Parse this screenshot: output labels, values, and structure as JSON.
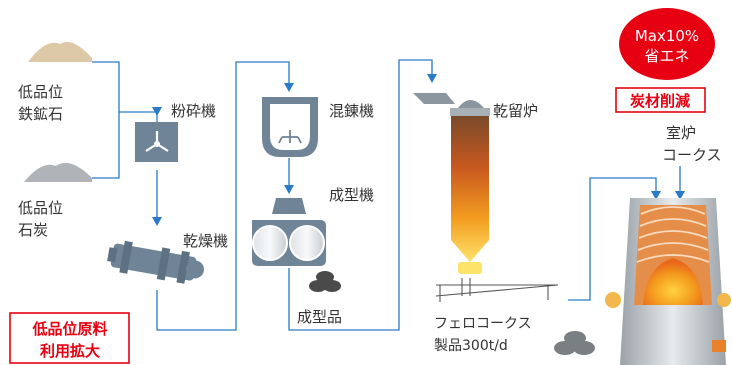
{
  "colors": {
    "flow_line": "#2a7ac6",
    "equipment": "#6f8597",
    "accent_red": "#e60012",
    "furnace_hot": "#f5a41e",
    "furnace_core": "#f07a1e",
    "ore_pile": "#ddc8a8",
    "coal_pile": "#b0b3b8",
    "briquette": "#4a4a4a"
  },
  "raw_materials": {
    "ore": {
      "line1": "低品位",
      "line2": "鉄鉱石",
      "icon": "ore-pile-icon"
    },
    "coal": {
      "line1": "低品位",
      "line2": "石炭",
      "icon": "coal-pile-icon"
    }
  },
  "equipment": {
    "crusher": "粉砕機",
    "dryer": "乾燥機",
    "kneader": "混錬機",
    "briquetter": "成型機",
    "product": "成型品",
    "carbonizer": "乾留炉"
  },
  "ferro_coke": {
    "line1": "フェロコークス",
    "line2": "製品300t/d"
  },
  "blast_furnace": {
    "coke_line1": "室炉",
    "coke_line2": "コークス"
  },
  "badges": {
    "energy_line1": "Max10%",
    "energy_line2": "省エネ",
    "carbon": "炭材削減",
    "lowgrade_line1": "低品位原料",
    "lowgrade_line2": "利用拡大"
  }
}
